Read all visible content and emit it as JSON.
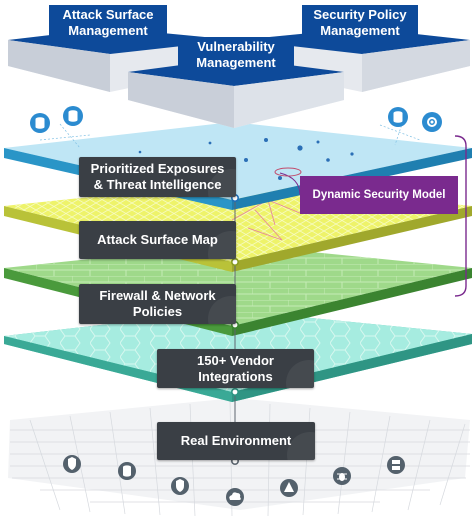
{
  "top_blocks": {
    "attack_surface_management": "Attack Surface Management",
    "security_policy_management": "Security Policy Management",
    "vulnerability_management": "Vulnerability Management"
  },
  "layers": {
    "exposures": "Prioritized Exposures & Threat Intelligence",
    "attack_surface_map": "Attack Surface Map",
    "firewall_policies": "Firewall & Network Policies",
    "vendor_integrations": "150+ Vendor Integrations",
    "real_environment": "Real Environment"
  },
  "callout": {
    "dynamic_security_model": "Dynamic Security Model"
  },
  "colors": {
    "navy": "#0d4a9a",
    "exposure_layer": "#a9dcf2",
    "attack_map_layer": "#e7f15a",
    "firewall_layer": "#7cc267",
    "vendor_layer": "#6ed6c4",
    "label_box": "#3a3f45",
    "callout": "#7a2a8e"
  },
  "icons": [
    "database-icon",
    "database-icon",
    "database-icon",
    "settings-icon",
    "shield-icon",
    "database-icon",
    "server-icon",
    "shield-icon",
    "cloud-icon",
    "warning-icon",
    "bug-icon",
    "server-icon"
  ]
}
